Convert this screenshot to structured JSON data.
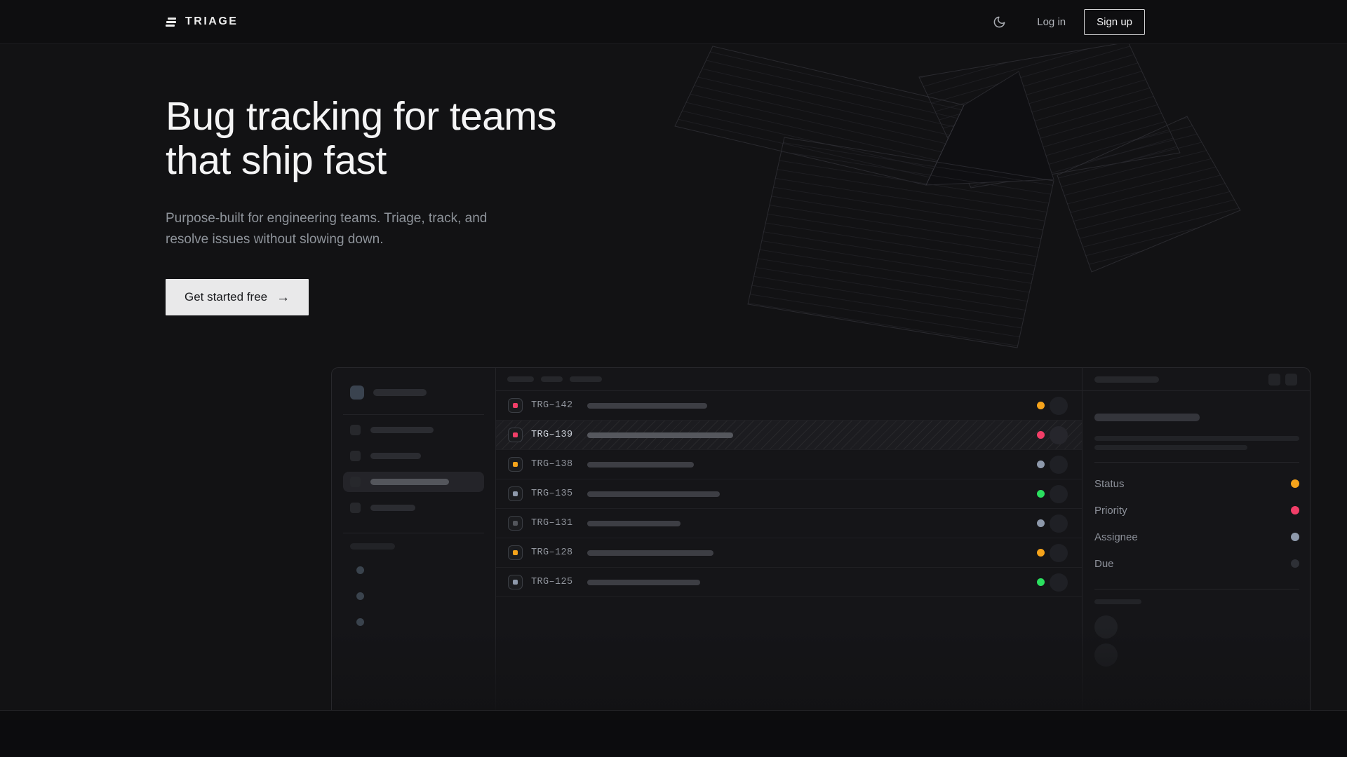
{
  "nav": {
    "brand": "TRIAGE",
    "theme_icon": "moon",
    "login_label": "Log in",
    "signup_label": "Sign up"
  },
  "hero": {
    "title_line1": "Bug tracking for teams",
    "title_line2": "that ship fast",
    "subtitle_line1": "Purpose-built for engineering teams. Triage, track, and",
    "subtitle_line2": "resolve issues without slowing down.",
    "cta_label": "Get started free",
    "cta_arrow": "→"
  },
  "mockup": {
    "issue_list": {
      "issues": [
        {
          "id": "TRG–142",
          "priority_color": "#f23e68",
          "status_color": "#f5a31b",
          "title_bar_width": 171,
          "highlighted": false
        },
        {
          "id": "TRG–139",
          "priority_color": "#f23e68",
          "status_color": "#f23e68",
          "title_bar_width": 208,
          "highlighted": true
        },
        {
          "id": "TRG–138",
          "priority_color": "#f5a31b",
          "status_color": "#8e99ab",
          "title_bar_width": 152,
          "highlighted": false
        },
        {
          "id": "TRG–135",
          "priority_color": "#8e99ab",
          "status_color": "#2bdf5f",
          "title_bar_width": 189,
          "highlighted": false
        },
        {
          "id": "TRG–131",
          "priority_color": "#53565c",
          "status_color": "#8e99ab",
          "title_bar_width": 133,
          "highlighted": false
        },
        {
          "id": "TRG–128",
          "priority_color": "#f5a31b",
          "status_color": "#f5a31b",
          "title_bar_width": 180,
          "highlighted": false
        },
        {
          "id": "TRG–125",
          "priority_color": "#8e99ab",
          "status_color": "#2bdf5f",
          "title_bar_width": 161,
          "highlighted": false
        }
      ]
    },
    "detail_panel": {
      "fields": [
        {
          "label": "Status",
          "dot_color": "#f5a31b"
        },
        {
          "label": "Priority",
          "dot_color": "#f23e68"
        },
        {
          "label": "Assignee",
          "dot_color": "#8e99ab"
        },
        {
          "label": "Due",
          "dot_color": "#2e3036"
        }
      ]
    }
  },
  "colors": {
    "amber": "#f5a31b",
    "pink": "#f23e68",
    "green": "#2bdf5f",
    "slate": "#8e99ab",
    "cta_bg": "#e9e9ea",
    "page_bg": "#121214"
  }
}
